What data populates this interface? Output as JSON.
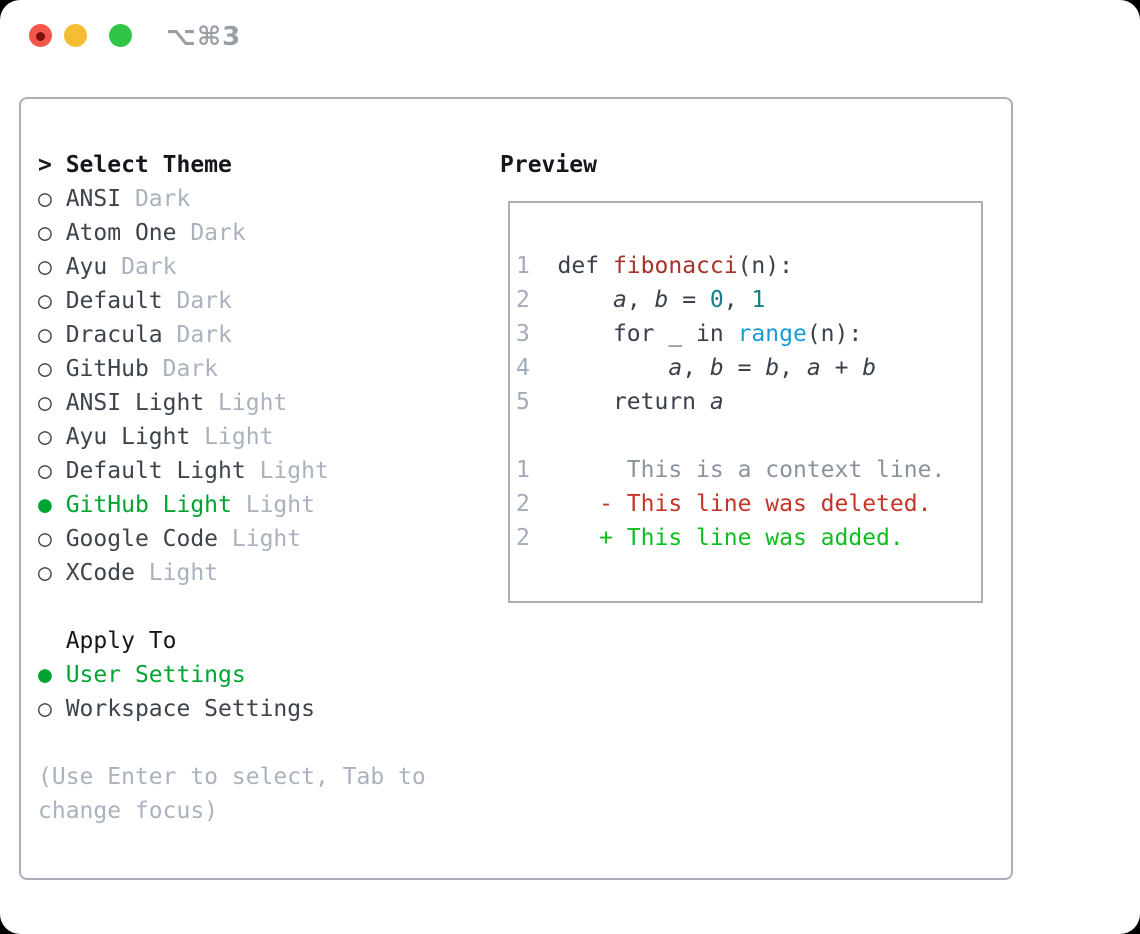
{
  "window": {
    "shortcut_label": "⌥⌘3",
    "controls": [
      "close",
      "minimize",
      "zoom"
    ]
  },
  "colors": {
    "page_bg": "#000000",
    "window_bg": "#ffffff",
    "border": "#a9b0ba",
    "heading": "#14181d",
    "item_text": "#3d444c",
    "muted": "#a9b2bd",
    "accent_green": "#00a433",
    "added_green": "#0fbe20",
    "deleted_red": "#c53527",
    "context_gray": "#8b939c",
    "line_number": "#a2acb8",
    "code_text": "#3a414a",
    "func_red": "#a7312b",
    "number_teal": "#11808a",
    "builtin_blue": "#1a9cd8",
    "traffic_red": "#f4564b",
    "traffic_red_dot": "#7c120b",
    "traffic_yellow": "#f6bc32",
    "traffic_green": "#32c444",
    "shortcut_gray": "#9a9fa7"
  },
  "theme_picker": {
    "title_prefix": ">",
    "title": "Select Theme",
    "marker_selected": "●",
    "marker_unselected": "○",
    "items": [
      {
        "label": "ANSI",
        "variant": "Dark",
        "selected": false
      },
      {
        "label": "Atom One",
        "variant": "Dark",
        "selected": false
      },
      {
        "label": "Ayu",
        "variant": "Dark",
        "selected": false
      },
      {
        "label": "Default",
        "variant": "Dark",
        "selected": false
      },
      {
        "label": "Dracula",
        "variant": "Dark",
        "selected": false
      },
      {
        "label": "GitHub",
        "variant": "Dark",
        "selected": false
      },
      {
        "label": "ANSI Light",
        "variant": "Light",
        "selected": false
      },
      {
        "label": "Ayu Light",
        "variant": "Light",
        "selected": false
      },
      {
        "label": "Default Light",
        "variant": "Light",
        "selected": false
      },
      {
        "label": "GitHub Light",
        "variant": "Light",
        "selected": true
      },
      {
        "label": "Google Code",
        "variant": "Light",
        "selected": false
      },
      {
        "label": "XCode",
        "variant": "Light",
        "selected": false
      }
    ],
    "apply_to": {
      "title": "Apply To",
      "options": [
        {
          "label": "User Settings",
          "selected": true
        },
        {
          "label": "Workspace Settings",
          "selected": false
        }
      ]
    },
    "hint_lines": [
      "(Use Enter to select, Tab to",
      "change focus)"
    ]
  },
  "preview": {
    "title": "Preview",
    "code_lines": [
      {
        "num": "1",
        "segments": [
          {
            "t": "  def ",
            "s": "code"
          },
          {
            "t": "fibonacci",
            "s": "func"
          },
          {
            "t": "(n):",
            "s": "code"
          }
        ]
      },
      {
        "num": "2",
        "segments": [
          {
            "t": "      ",
            "s": "code"
          },
          {
            "t": "a",
            "s": "var"
          },
          {
            "t": ", ",
            "s": "code"
          },
          {
            "t": "b",
            "s": "var"
          },
          {
            "t": " = ",
            "s": "code"
          },
          {
            "t": "0",
            "s": "num"
          },
          {
            "t": ", ",
            "s": "code"
          },
          {
            "t": "1",
            "s": "num"
          }
        ]
      },
      {
        "num": "3",
        "segments": [
          {
            "t": "      for _ in ",
            "s": "code"
          },
          {
            "t": "range",
            "s": "builtin"
          },
          {
            "t": "(n):",
            "s": "code"
          }
        ]
      },
      {
        "num": "4",
        "segments": [
          {
            "t": "          ",
            "s": "code"
          },
          {
            "t": "a",
            "s": "var"
          },
          {
            "t": ", ",
            "s": "code"
          },
          {
            "t": "b",
            "s": "var"
          },
          {
            "t": " = ",
            "s": "code"
          },
          {
            "t": "b",
            "s": "var"
          },
          {
            "t": ", ",
            "s": "code"
          },
          {
            "t": "a",
            "s": "var"
          },
          {
            "t": " + ",
            "s": "code"
          },
          {
            "t": "b",
            "s": "var"
          }
        ]
      },
      {
        "num": "5",
        "segments": [
          {
            "t": "      return ",
            "s": "code"
          },
          {
            "t": "a",
            "s": "var"
          }
        ]
      }
    ],
    "diff_lines": [
      {
        "num": "1",
        "segments": [
          {
            "t": "       This is a context line.",
            "s": "context"
          }
        ]
      },
      {
        "num": "2",
        "segments": [
          {
            "t": "     ",
            "s": "code"
          },
          {
            "t": "- This line was deleted.",
            "s": "deleted"
          }
        ]
      },
      {
        "num": "2",
        "segments": [
          {
            "t": "     ",
            "s": "code"
          },
          {
            "t": "+ This line was added.",
            "s": "added"
          }
        ]
      }
    ]
  }
}
